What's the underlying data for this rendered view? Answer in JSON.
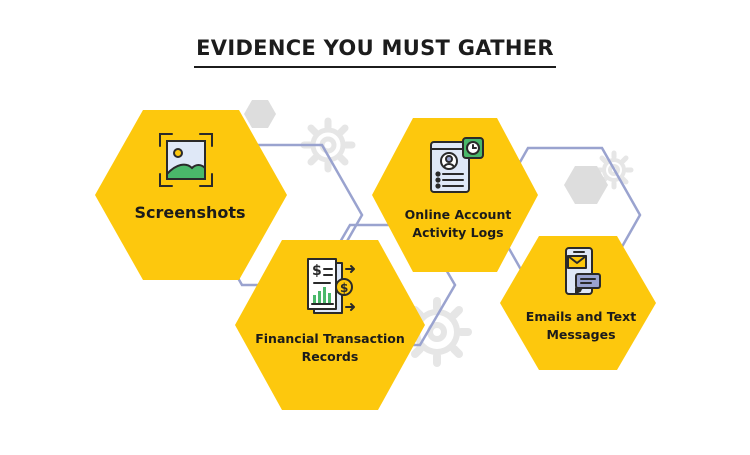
{
  "title": "EVIDENCE YOU MUST GATHER",
  "colors": {
    "hex_fill": "#fdc80d",
    "outline": "#9aa3cf",
    "gear": "#e6e6e6",
    "small_hex": "#dddddd",
    "icon_stroke": "#2a2a2a",
    "icon_blue": "#dfe8f7",
    "icon_green": "#4ab86a",
    "icon_yellow": "#fdc80d"
  },
  "items": [
    {
      "id": "screenshots",
      "label": "Screenshots",
      "icon": "image-frame-icon"
    },
    {
      "id": "online",
      "label": "Online Account Activity Logs",
      "icon": "account-log-icon"
    },
    {
      "id": "financial",
      "label": "Financial Transaction Records",
      "icon": "financial-report-icon"
    },
    {
      "id": "emails",
      "label": "Emails and Text Messages",
      "icon": "email-phone-icon"
    }
  ]
}
